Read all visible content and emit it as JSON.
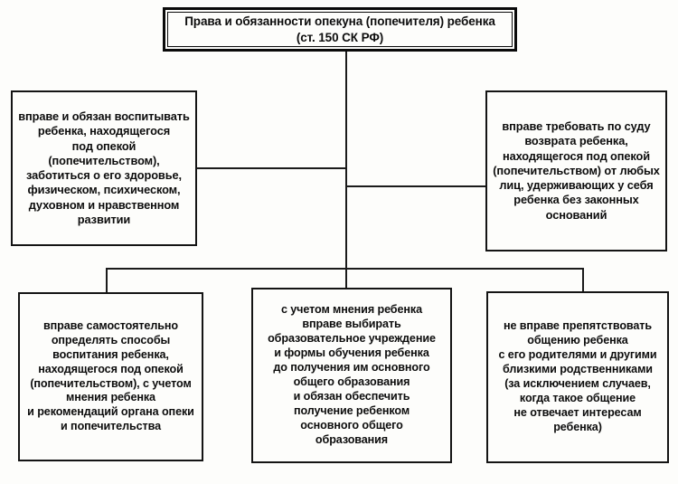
{
  "diagram": {
    "title": "Права и обязанности опекуна (попечителя) ребенка\n(ст. 150 СК РФ)",
    "nodes": {
      "upbringing": "вправе и обязан воспитывать\nребенка, находящегося\nпод опекой\n(попечительством),\nзаботиться о его здоровье,\nфизическом, психическом,\nдуховном и нравственном\nразвитии",
      "return_child": "вправе требовать по суду\nвозврата ребенка,\nнаходящегося под опекой\n(попечительством) от любых\nлиц, удерживающих у себя\nребенка без законных\nоснований",
      "methods": "вправе самостоятельно\nопределять способы\nвоспитания ребенка,\nнаходящегося под опекой\n(попечительством), с учетом\nмнения ребенка\nи рекомендаций органа опеки\nи попечительства",
      "education": "с учетом мнения ребенка\nвправе выбирать\nобразовательное учреждение\nи формы обучения ребенка\nдо получения им основного\nобщего образования\nи обязан обеспечить\nполучение ребенком\nосновного общего\nобразования",
      "contact": "не вправе препятствовать\nобщению ребенка\nс его родителями и другими\nблизкими родственниками\n(за исключением случаев,\nкогда такое общение\nне отвечает интересам\nребенка)"
    },
    "colors": {
      "background": "#fdfdfb",
      "border": "#141414",
      "text": "#0d0d0d",
      "connector": "#1b1b1b"
    }
  }
}
